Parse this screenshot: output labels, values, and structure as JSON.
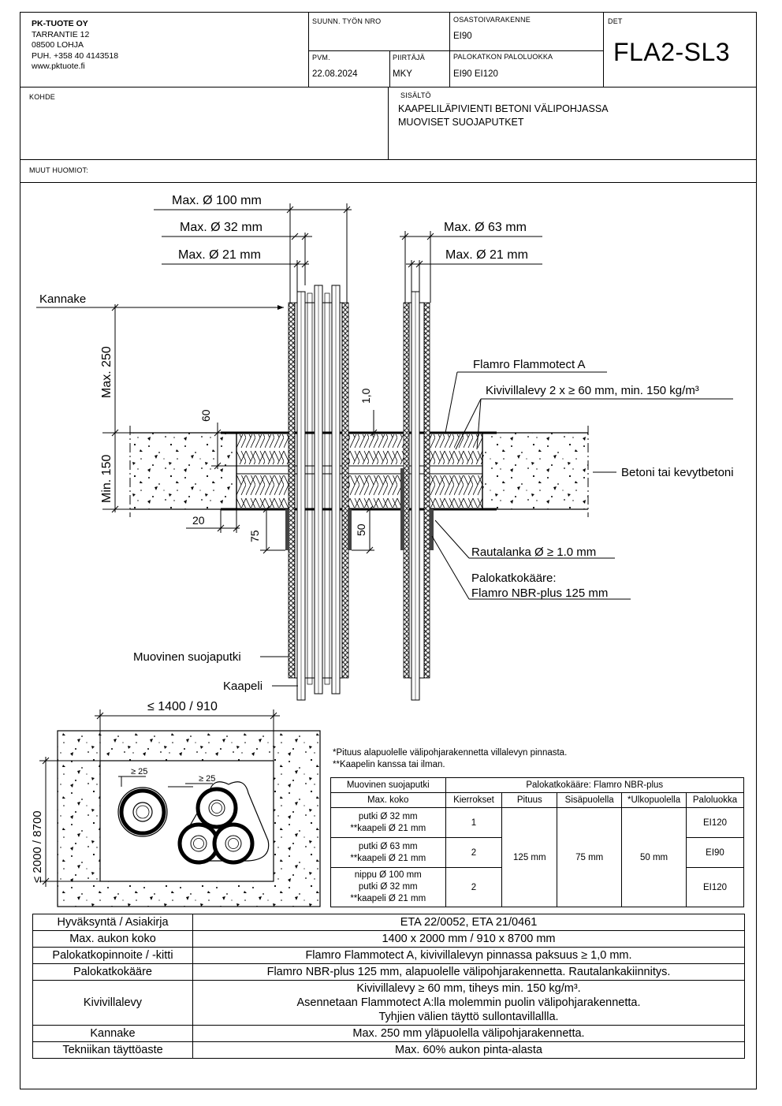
{
  "title_block": {
    "company": {
      "name": "PK-TUOTE OY",
      "street": "TARRANTIE 12",
      "city": "08500 LOHJA",
      "phone": "PUH. +358 40 4143518",
      "web": "www.pktuote.fi"
    },
    "work_no_label": "SUUNN. TYÖN NRO",
    "work_no_value": "",
    "structure_label": "OSASTOIVARAKENNE",
    "structure_value": "EI90",
    "det_label": "DET",
    "det_value": "FLA2-SL3",
    "date_label": "PVM.",
    "date_value": "22.08.2024",
    "drawer_label": "PIIRTÄJÄ",
    "drawer_value": "MKY",
    "fire_class_label": "PALOKATKON PALOLUOKKA",
    "fire_class_value": "EI90 EI120",
    "target_label": "KOHDE",
    "content_label": "SISÄLTÖ",
    "content_line1": "KAAPELILÄPIVIENTI BETONI VÄLIPOHJASSA",
    "content_line2": "MUOVISET SUOJAPUTKET",
    "other_notes_label": "MUUT HUOMIOT:"
  },
  "section_drawing": {
    "dim_max_d100": "Max. Ø 100 mm",
    "dim_max_d32": "Max. Ø 32 mm",
    "dim_max_d21_left": "Max. Ø 21 mm",
    "dim_max_d63": "Max. Ø 63 mm",
    "dim_max_d21_right": "Max. Ø 21 mm",
    "label_kannake": "Kannake",
    "dim_max250": "Max. 250",
    "dim_min150": "Min. 150",
    "dim_60": "60",
    "dim_1_0": "1,0",
    "dim_20": "20",
    "dim_75": "75",
    "dim_50": "50",
    "label_flammotect": "Flamro Flammotect A",
    "label_kivivilla": "Kivivillalevy 2 x ≥ 60 mm, min. 150 kg/m³",
    "label_betoni": "Betoni tai kevytbetoni",
    "label_rautalanka": "Rautalanka Ø ≥ 1.0 mm",
    "label_palokatko_1": "Palokatkokääre:",
    "label_palokatko_2": "Flamro NBR-plus 125 mm",
    "label_suojaputki": "Muovinen suojaputki",
    "label_kaapeli": "Kaapeli"
  },
  "plan_drawing": {
    "dim_width": "≤ 1400 / 910",
    "dim_height": "≤ 2000 / 8700",
    "dim_25_a": "≥ 25",
    "dim_25_b": "≥ 25"
  },
  "notes": {
    "note1": "*Pituus alapuolelle välipohjarakennetta villalevyn pinnasta.",
    "note2": "**Kaapelin kanssa tai ilman."
  },
  "spec_table": {
    "h_pipe": "Muovinen suojaputki",
    "h_wrap": "Palokatkokääre: Flamro NBR-plus",
    "h_max_size": "Max. koko",
    "h_layers": "Kierrokset",
    "h_length": "Pituus",
    "h_inside": "Sisäpuolella",
    "h_outside": "*Ulkopuolella",
    "h_class": "Paloluokka",
    "rows": [
      {
        "l1": "putki Ø 32 mm",
        "l2": "**kaapeli Ø 21 mm",
        "l3": "",
        "layers": "1",
        "class": "EI120"
      },
      {
        "l1": "putki Ø 63 mm",
        "l2": "**kaapeli Ø 21 mm",
        "l3": "",
        "layers": "2",
        "class": "EI90"
      },
      {
        "l1": "nippu Ø 100 mm",
        "l2": "putki Ø 32 mm",
        "l3": "**kaapeli Ø 21 mm",
        "layers": "2",
        "class": "EI120"
      }
    ],
    "length": "125 mm",
    "inside": "75 mm",
    "outside": "50 mm"
  },
  "main_table": [
    {
      "label": "Hyväksyntä / Asiakirja",
      "value": "ETA 22/0052, ETA 21/0461"
    },
    {
      "label": "Max. aukon koko",
      "value": "1400 x 2000 mm / 910 x 8700 mm"
    },
    {
      "label": "Palokatkopinnoite / -kitti",
      "value": "Flamro Flammotect A, kivivillalevyn pinnassa paksuus ≥ 1,0 mm."
    },
    {
      "label": "Palokatkokääre",
      "value": "Flamro NBR-plus 125 mm, alapuolelle välipohjarakennetta. Rautalankakiinnitys."
    },
    {
      "label": "Kivivillalevy",
      "value": "Kivivillalevy ≥ 60 mm, tiheys min. 150 kg/m³.",
      "value2": "Asennetaan Flammotect A:lla molemmin puolin välipohjarakennetta.",
      "value3": "Tyhjien välien täyttö sullontavillallla."
    },
    {
      "label": "Kannake",
      "value": "Max. 250 mm yläpuolella välipohjarakennetta."
    },
    {
      "label": "Tekniikan täyttöaste",
      "value": "Max. 60% aukon pinta-alasta"
    }
  ]
}
